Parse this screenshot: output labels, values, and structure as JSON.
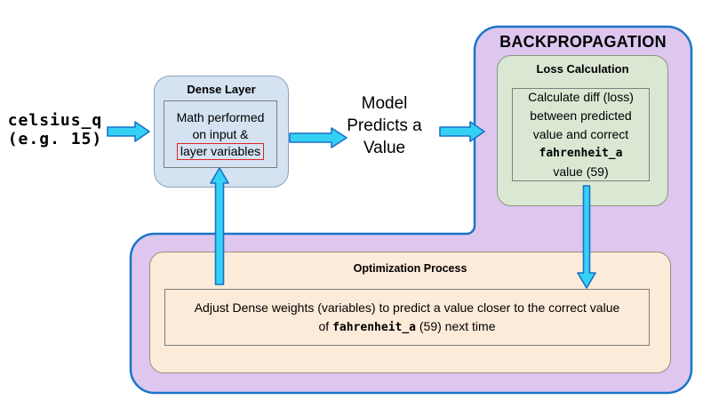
{
  "input": {
    "line1": "celsius_q",
    "line2": "(e.g. 15)"
  },
  "dense": {
    "title": "Dense Layer",
    "line1": "Math performed",
    "line2": "on input &",
    "highlight": "layer variables"
  },
  "model": {
    "line1": "Model",
    "line2": "Predicts a",
    "line3": "Value"
  },
  "backprop": {
    "title": "BACKPROPAGATION"
  },
  "loss": {
    "title": "Loss Calculation",
    "line1": "Calculate diff (loss)",
    "line2": "between predicted",
    "line3": "value and correct",
    "code": "fahrenheit_a",
    "line4": "value (59)"
  },
  "optimization": {
    "title": "Optimization Process",
    "line1": "Adjust Dense weights (variables) to predict a value closer to the correct value",
    "line2_prefix": "of ",
    "code": "fahrenheit_a",
    "line2_suffix": " (59) next time"
  },
  "icons": {
    "arrow_input_to_dense": "right-arrow",
    "arrow_dense_to_model": "right-arrow",
    "arrow_model_to_backprop": "right-arrow",
    "arrow_loss_to_optimization": "down-arrow",
    "arrow_optimization_to_dense": "up-arrow"
  },
  "colors": {
    "canvas-bg": "#ffffff",
    "purple-fill": "#ddc7ee",
    "purple-stroke": "#1b74c8",
    "dense-fill": "#d4e2f1",
    "dense-stroke": "#8ba3bd",
    "green-fill": "#dae8d3",
    "green-stroke": "#87967f",
    "orange-fill": "#fdebd9",
    "orange-stroke": "#9c8d80",
    "inner-stroke": "#7e7e7e",
    "arrow-fill": "#35d1f5",
    "arrow-stroke": "#1a70c8",
    "highlight-stroke": "#e02424",
    "text": "#000000"
  }
}
